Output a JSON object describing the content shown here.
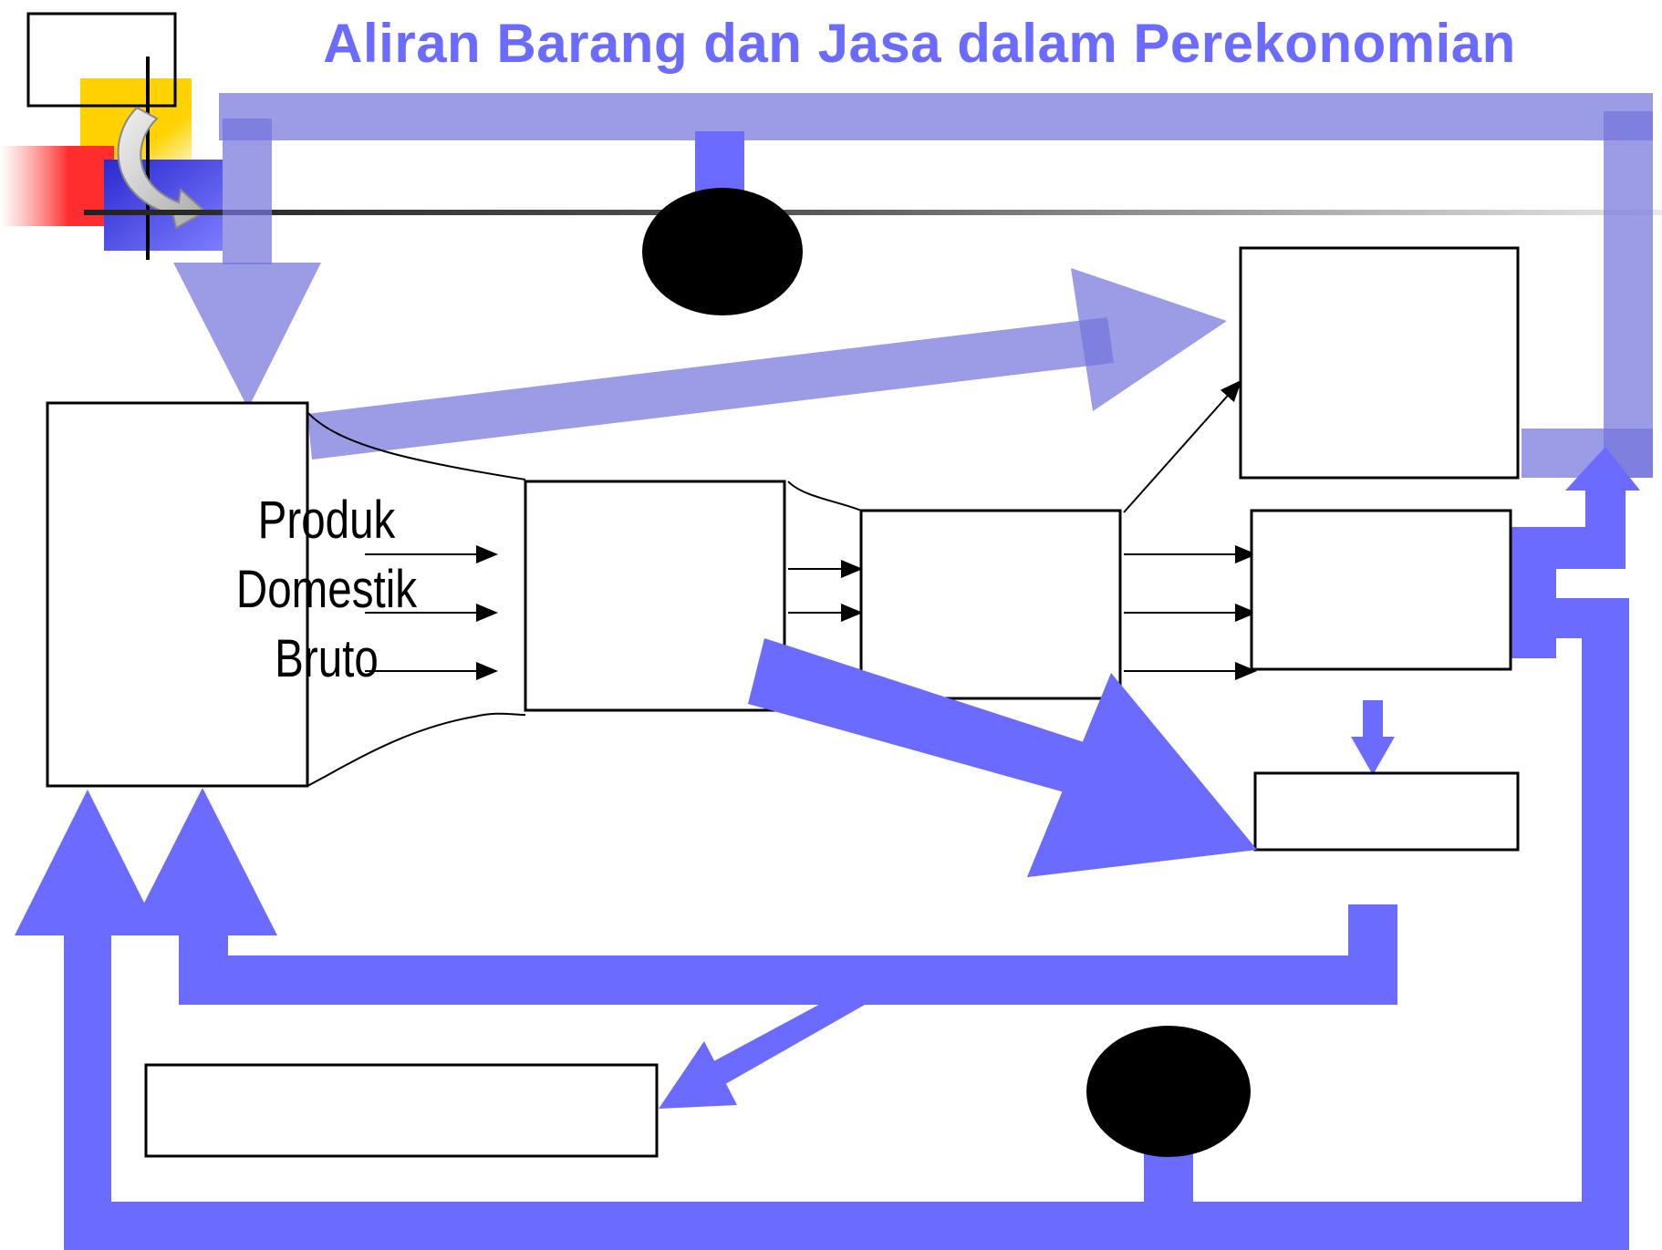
{
  "title": "Aliran Barang dan Jasa dalam Perekonomian",
  "pdb_box": {
    "line1": "Produk",
    "line2": "Domestik",
    "line3": "Bruto"
  },
  "colors": {
    "title": "#6b6bff",
    "flow_strong": "#6b6bff",
    "flow_light": "#9a9ae6",
    "logo_yellow": "#ffd200",
    "logo_red": "#ff3a3a",
    "logo_blue": "#2e2ecc"
  },
  "icons": {
    "logo": "curved-arrow-logo-icon",
    "node_top": "black-oval-icon",
    "node_bottom": "black-oval-icon"
  }
}
